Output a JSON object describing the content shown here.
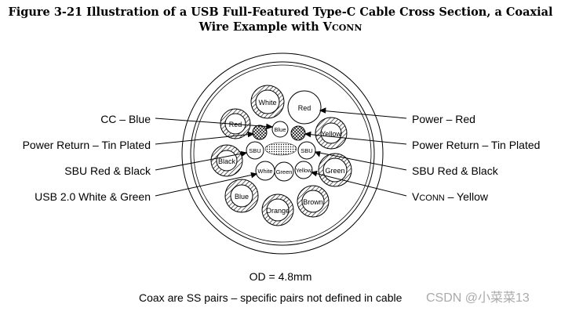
{
  "caption": {
    "line1": "Figure 3-21  Illustration of a USB Full-Featured Type-C Cable Cross Section, a Coaxial",
    "line2_prefix": "Wire Example with V",
    "line2_sc": "CONN"
  },
  "labels_left": {
    "cc": "CC – Blue",
    "power_return": "Power Return – Tin Plated",
    "sbu": "SBU Red & Black",
    "usb2": "USB 2.0 White & Green"
  },
  "labels_right": {
    "power": "Power – Red",
    "power_return": "Power Return – Tin Plated",
    "sbu": "SBU Red & Black",
    "vconn_prefix": "V",
    "vconn_sc": "CONN",
    "vconn_suffix": " – Yellow"
  },
  "wires": {
    "white_coax": "White",
    "red_coax_left": "Red",
    "black_coax": "Black",
    "blue_coax": "Blue",
    "orange_coax": "Orange",
    "brown_coax": "Brown",
    "green_coax": "Green",
    "yellow_coax": "Yellow",
    "power_red": "Red",
    "cc_blue": "Blue",
    "sbu_left": "SBU",
    "sbu_right": "SBU",
    "usb_white": "White",
    "usb_green": "Green",
    "vconn_yellow": "Yellow"
  },
  "od": "OD = 4.8mm",
  "note": "Coax are SS pairs – specific pairs not defined in cable",
  "watermark": "CSDN @小菜菜13"
}
